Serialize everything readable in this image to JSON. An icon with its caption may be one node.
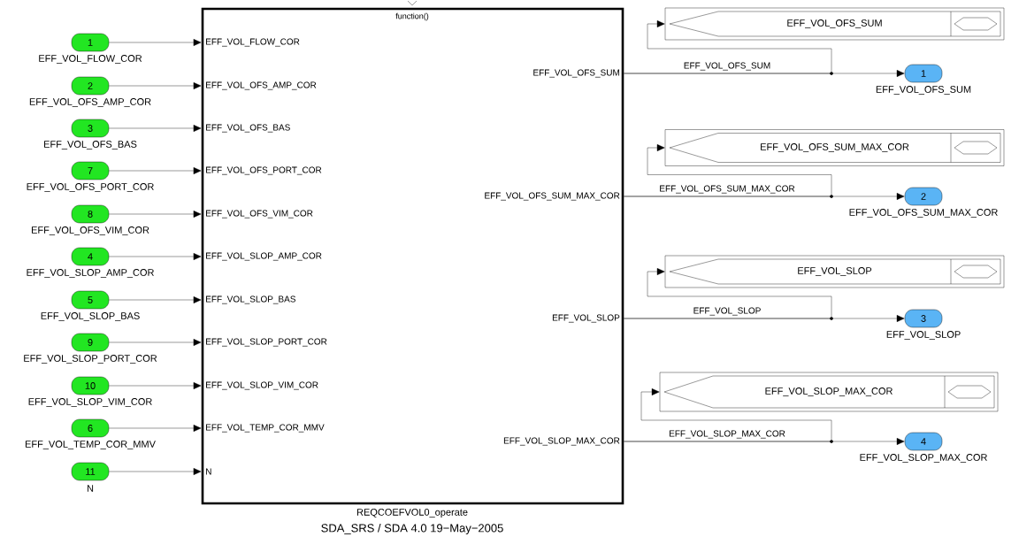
{
  "diagram": {
    "caption": "SDA_SRS / SDA 4.0 19−May−2005",
    "nodes": [
      {
        "text": [
          "function()",
          "EFF_VOL_FLOW_COR",
          "EFF_VOL_OFS_AMP_COR",
          "EFF_VOL_OFS_BAS",
          "EFF_VOL_OFS_PORT_COR",
          "EFF_VOL_OFS_VIM_COR",
          "EFF_VOL_SLOP_AMP_COR",
          "EFF_VOL_SLOP_BAS",
          "EFF_VOL_SLOP_PORT_COR",
          "EFF_VOL_SLOP_VIM_COR",
          "EFF_VOL_TEMP_COR_MMV",
          "N",
          "EFF_VOL_OFS_SUM",
          "EFF_VOL_OFS_SUM_MAX_COR",
          "EFF_VOL_SLOP",
          "EFF_VOL_SLOP_MAX_COR",
          "REQCOEFVOL0_operate"
        ]
      },
      {
        "text": [
          "1"
        ],
        "beside": [
          "EFF_VOL_FLOW_COR"
        ]
      },
      {
        "text": [
          "2"
        ],
        "beside": [
          "EFF_VOL_OFS_AMP_COR"
        ]
      },
      {
        "text": [
          "3"
        ],
        "beside": [
          "EFF_VOL_OFS_BAS"
        ]
      },
      {
        "text": [
          "7"
        ],
        "beside": [
          "EFF_VOL_OFS_PORT_COR"
        ]
      },
      {
        "text": [
          "8"
        ],
        "beside": [
          "EFF_VOL_OFS_VIM_COR"
        ]
      },
      {
        "text": [
          "4"
        ],
        "beside": [
          "EFF_VOL_SLOP_AMP_COR"
        ]
      },
      {
        "text": [
          "5"
        ],
        "beside": [
          "EFF_VOL_SLOP_BAS"
        ]
      },
      {
        "text": [
          "9"
        ],
        "beside": [
          "EFF_VOL_SLOP_PORT_COR"
        ]
      },
      {
        "text": [
          "10"
        ],
        "beside": [
          "EFF_VOL_SLOP_VIM_COR"
        ]
      },
      {
        "text": [
          "6"
        ],
        "beside": [
          "EFF_VOL_TEMP_COR_MMV"
        ]
      },
      {
        "text": [
          "11"
        ],
        "beside": [
          "N"
        ]
      },
      {
        "text": [
          "1"
        ],
        "beside": [
          "EFF_VOL_OFS_SUM"
        ]
      },
      {
        "text": [
          "2"
        ],
        "beside": [
          "EFF_VOL_OFS_SUM_MAX_COR"
        ]
      },
      {
        "text": [
          "3"
        ],
        "beside": [
          "EFF_VOL_SLOP"
        ]
      },
      {
        "text": [
          "4"
        ],
        "beside": [
          "EFF_VOL_SLOP_MAX_COR"
        ]
      },
      {
        "text": [
          "EFF_VOL_OFS_SUM"
        ]
      },
      {
        "text": [
          "EFF_VOL_OFS_SUM_MAX_COR"
        ]
      },
      {
        "text": [
          "EFF_VOL_SLOP"
        ]
      },
      {
        "text": [
          "EFF_VOL_SLOP_MAX_COR"
        ]
      }
    ],
    "edges": [
      {
        "from": 1,
        "to": 0,
        "arrow": "to"
      },
      {
        "from": 2,
        "to": 0,
        "arrow": "to"
      },
      {
        "from": 3,
        "to": 0,
        "arrow": "to"
      },
      {
        "from": 4,
        "to": 0,
        "arrow": "to"
      },
      {
        "from": 5,
        "to": 0,
        "arrow": "to"
      },
      {
        "from": 6,
        "to": 0,
        "arrow": "to"
      },
      {
        "from": 7,
        "to": 0,
        "arrow": "to"
      },
      {
        "from": 8,
        "to": 0,
        "arrow": "to"
      },
      {
        "from": 9,
        "to": 0,
        "arrow": "to"
      },
      {
        "from": 10,
        "to": 0,
        "arrow": "to"
      },
      {
        "from": 11,
        "to": 0,
        "arrow": "to"
      },
      {
        "from": 0,
        "to": 12,
        "label": "EFF_VOL_OFS_SUM",
        "arrow": "to"
      },
      {
        "from": 0,
        "to": 16,
        "arrow": "to"
      },
      {
        "from": 0,
        "to": 13,
        "label": "EFF_VOL_OFS_SUM_MAX_COR",
        "arrow": "to"
      },
      {
        "from": 0,
        "to": 17,
        "arrow": "to"
      },
      {
        "from": 0,
        "to": 14,
        "label": "EFF_VOL_SLOP",
        "arrow": "to"
      },
      {
        "from": 0,
        "to": 18,
        "arrow": "to"
      },
      {
        "from": 0,
        "to": 15,
        "label": "EFF_VOL_SLOP_MAX_COR",
        "arrow": "to"
      },
      {
        "from": 0,
        "to": 19,
        "arrow": "to"
      }
    ]
  }
}
